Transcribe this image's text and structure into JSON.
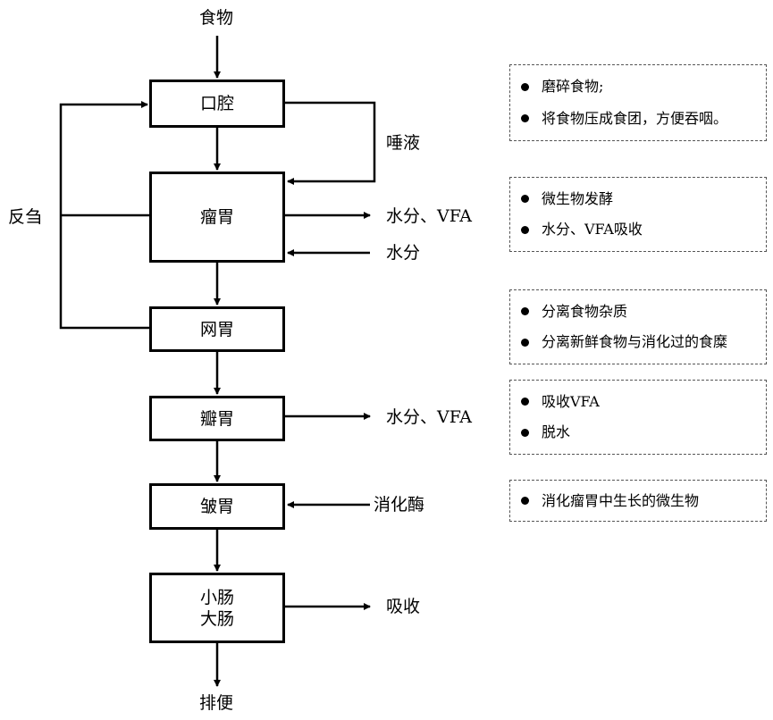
{
  "input": "食物",
  "output": "排便",
  "stages": [
    {
      "id": "mouth",
      "label": "口腔"
    },
    {
      "id": "rumen",
      "label": "瘤胃"
    },
    {
      "id": "reticulum",
      "label": "网胃"
    },
    {
      "id": "omasum",
      "label": "瓣胃"
    },
    {
      "id": "abomasum",
      "label": "皱胃"
    },
    {
      "id": "intestine",
      "label": "小肠",
      "label2": "大肠"
    }
  ],
  "side_labels": {
    "rumination": "反刍",
    "saliva": "唾液",
    "rumen_out": "水分、VFA",
    "rumen_in": "水分",
    "omasum_out": "水分、VFA",
    "abomasum_in": "消化酶",
    "intestine_out": "吸收"
  },
  "notes": [
    {
      "items": [
        "磨碎食物;",
        "将食物压成食团，方便吞咽。"
      ]
    },
    {
      "items": [
        "微生物发酵",
        "水分、VFA吸收"
      ]
    },
    {
      "items": [
        "分离食物杂质",
        "分离新鲜食物与消化过的食糜"
      ]
    },
    {
      "items": [
        "吸收VFA",
        "脱水"
      ]
    },
    {
      "items": [
        "消化瘤胃中生长的微生物"
      ]
    }
  ]
}
